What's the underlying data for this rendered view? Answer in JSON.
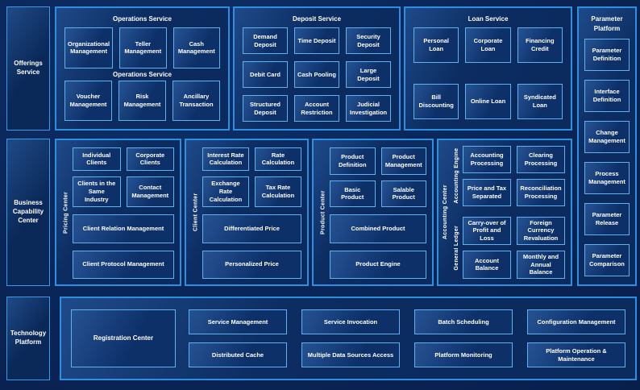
{
  "colors": {
    "background": "#0A2557",
    "panel_background": "#0B2B5F",
    "panel_border": "#2E8FE0",
    "box_background": "#0D3069",
    "box_border": "#5FB2EE",
    "text": "#FFFFFF"
  },
  "rail": {
    "offerings": "Offerings Service",
    "business": "Business Capability Center",
    "technology": "Technology Platform"
  },
  "operations": {
    "title": "Operations Service",
    "mid_label": "Operations Service",
    "row1": [
      "Organizational Management",
      "Teller Management",
      "Cash Management"
    ],
    "row2": [
      "Voucher Management",
      "Risk Management",
      "Ancillary Transaction"
    ]
  },
  "deposit": {
    "title": "Deposit Service",
    "rows": [
      [
        "Demand Deposit",
        "Time Deposit",
        "Security Deposit"
      ],
      [
        "Debit Card",
        "Cash Pooling",
        "Large Deposit"
      ],
      [
        "Structured Deposit",
        "Account Restriction",
        "Judicial Investigation"
      ]
    ]
  },
  "loan": {
    "title": "Loan Service",
    "rows": [
      [
        "Personal Loan",
        "Corporate Loan",
        "Financing Credit"
      ],
      [
        "Bill Discounting",
        "Online Loan",
        "Syndicated Loan"
      ]
    ]
  },
  "parameter": {
    "title": "Parameter Platform",
    "items": [
      "Parameter Definition",
      "Interface Definition",
      "Change Management",
      "Process Management",
      "Parameter Release",
      "Parameter Comparison"
    ]
  },
  "pricing": {
    "label": "Pricing Center",
    "small": [
      "Individual Clients",
      "Corporate Clients",
      "Clients in the Same Industry",
      "Contact Management"
    ],
    "wide": [
      "Client Relation Management",
      "Client Protocol Management"
    ]
  },
  "client": {
    "label": "Client Center",
    "small": [
      "Interest Rate Calculation",
      "Rate Calculation",
      "Exchange Rate Calculation",
      "Tax Rate Calculation"
    ],
    "wide": [
      "Differentiated Price",
      "Personalized Price"
    ]
  },
  "product": {
    "label": "Product Center",
    "small": [
      "Product Definition",
      "Product Management",
      "Basic Product",
      "Salable Product"
    ],
    "wide": [
      "Combined Product",
      "Product Engine"
    ]
  },
  "accounting": {
    "label": "Accounting Center",
    "groups": [
      {
        "label": "Accounting Engine",
        "items": [
          "Accounting Processing",
          "Clearing Processing",
          "Price and Tax Separated",
          "Reconciliation Processing"
        ]
      },
      {
        "label": "General Ledger",
        "items": [
          "Carry-over of Profit and Loss",
          "Foreign Currency Revaluation",
          "Account Balance",
          "Monthly and Annual Balance"
        ]
      }
    ]
  },
  "technology": {
    "registration": "Registration Center",
    "row1": [
      "Service Management",
      "Service Invocation",
      "Batch Scheduling",
      "Configuration Management"
    ],
    "row2": [
      "Distributed Cache",
      "Multiple Data Sources Access",
      "Platform Monitoring",
      "Platform Operation & Maintenance"
    ]
  }
}
